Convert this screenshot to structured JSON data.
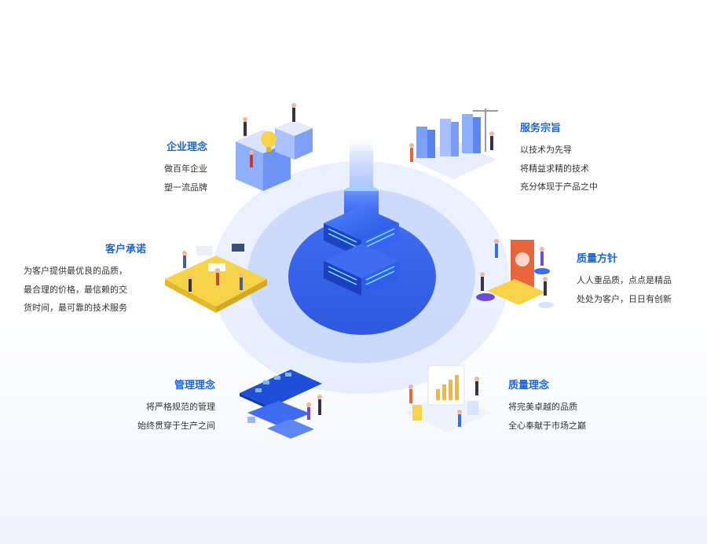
{
  "blocks": {
    "enterprise": {
      "title": "企业理念",
      "lines": [
        "做百年企业",
        "塑一流品牌"
      ]
    },
    "service": {
      "title": "服务宗旨",
      "lines": [
        "以技术为先导",
        "将精益求精的技术",
        "充分体现于产品之中"
      ]
    },
    "customer": {
      "title": "客户承诺",
      "lines": [
        "为客户提供最优良的品质，",
        "最合理的价格，最信赖的交",
        "货时间，最可靠的技术服务"
      ]
    },
    "quality_policy": {
      "title": "质量方针",
      "lines": [
        "人人重品质，点点是精品",
        "处处为客户，日日有创新"
      ]
    },
    "management": {
      "title": "管理理念",
      "lines": [
        "将严格规范的管理",
        "始终贯穿于生产之间"
      ]
    },
    "quality_concept": {
      "title": "质量理念",
      "lines": [
        "将完美卓越的品质",
        "全心奉献于市场之巅"
      ]
    }
  },
  "colors": {
    "accent": "#1a66d6",
    "hub_blue": "#2d58e0",
    "ring_light": "#c4d4fa",
    "yellow": "#f7d34a"
  }
}
